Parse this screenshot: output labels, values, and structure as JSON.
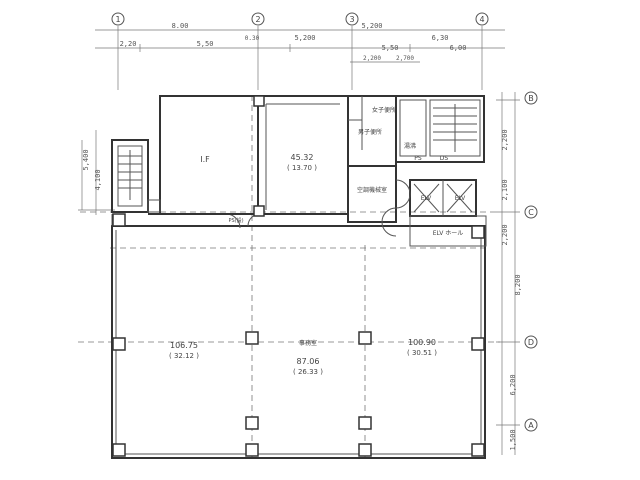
{
  "grid_labels": {
    "top": [
      "1",
      "2",
      "3",
      "4"
    ],
    "right": [
      "B",
      "C",
      "D",
      "A"
    ]
  },
  "dimensions": {
    "top_overall": "8.00",
    "top_row1": [
      "2,20",
      "5,50",
      "0.30",
      "5,200",
      "5,200",
      "6,30"
    ],
    "top_row2": [
      "5,50",
      "6,00"
    ],
    "top_row3": [
      "2,200",
      "2,700"
    ],
    "left": [
      "5,400",
      "4,100"
    ],
    "right": [
      "2,200",
      "2,100",
      "2,200",
      "8,200",
      "6,200",
      "1,500"
    ]
  },
  "rooms": {
    "left_room": "I.F",
    "mid_room_area": "45.32",
    "mid_room_tsubo": "( 13.70 )",
    "wc_man": "男子便所",
    "wc_woman": "女子便所",
    "kitchen": "湯沸",
    "pipe_space": "PS",
    "ds": "DS",
    "machine_room": "空調機械室",
    "elv1": "ELV",
    "elv2": "ELV",
    "elv_hall": "ELV ホール",
    "area_left": "106.75",
    "area_left_tsubo": "( 32.12 )",
    "area_mid_label": "事務室",
    "area_mid": "87.06",
    "area_mid_tsubo": "( 26.33 )",
    "area_right": "100.90",
    "area_right_tsubo": "( 30.51 )",
    "small_label": "PS(設)"
  }
}
